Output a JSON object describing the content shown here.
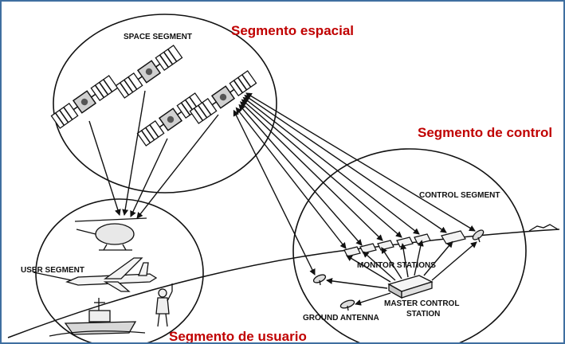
{
  "colors": {
    "annotation": "#c00000",
    "ink": "#111111",
    "frame": "#3f6fa0"
  },
  "annotations": {
    "space": "Segmento espacial",
    "control": "Segmento de control",
    "user": "Segmento de usuario"
  },
  "labels": {
    "space_segment": "SPACE SEGMENT",
    "control_segment": "CONTROL SEGMENT",
    "user_segment": "USER SEGMENT",
    "monitor_stations": "MONITOR STATIONS",
    "master_control_line1": "MASTER CONTROL",
    "master_control_line2": "STATION",
    "ground_antenna": "GROUND ANTENNA"
  },
  "icons": {
    "satellite": "satellite-icon",
    "helicopter": "helicopter-icon",
    "airplane": "airplane-icon",
    "ship": "ship-icon",
    "person": "person-with-receiver-icon",
    "monitor_station": "monitor-station-icon",
    "antenna": "ground-antenna-icon",
    "master_station": "master-control-station-icon"
  }
}
